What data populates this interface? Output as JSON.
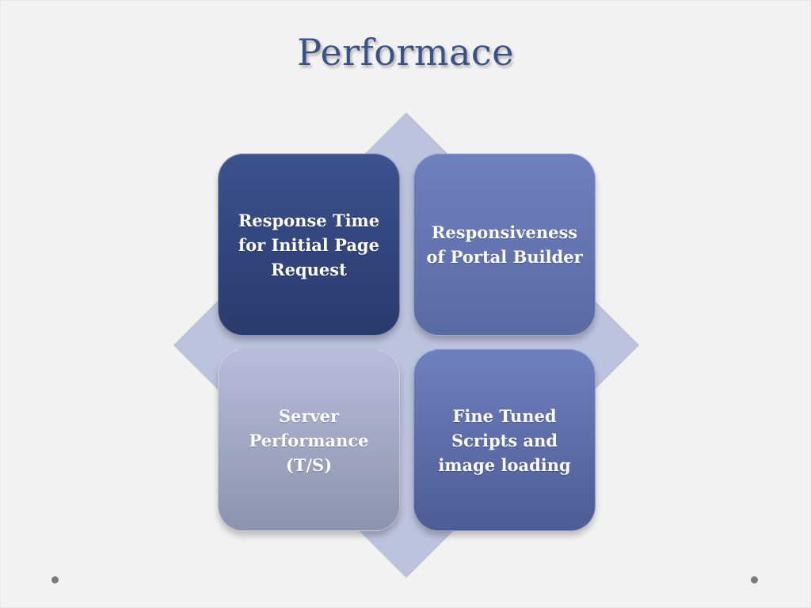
{
  "slide": {
    "title": "Performace",
    "quadrants": [
      {
        "label": "Response Time for Initial Page Request",
        "color": "#33487e"
      },
      {
        "label": "Responsiveness of Portal Builder",
        "color": "#6576b2"
      },
      {
        "label": "Server Performance (T/S)",
        "color": "#a7aecb"
      },
      {
        "label": "Fine Tuned Scripts and image loading",
        "color": "#6172ac"
      }
    ],
    "diamond_color": "#bcc3dd",
    "accent_color": "#3a5188"
  }
}
